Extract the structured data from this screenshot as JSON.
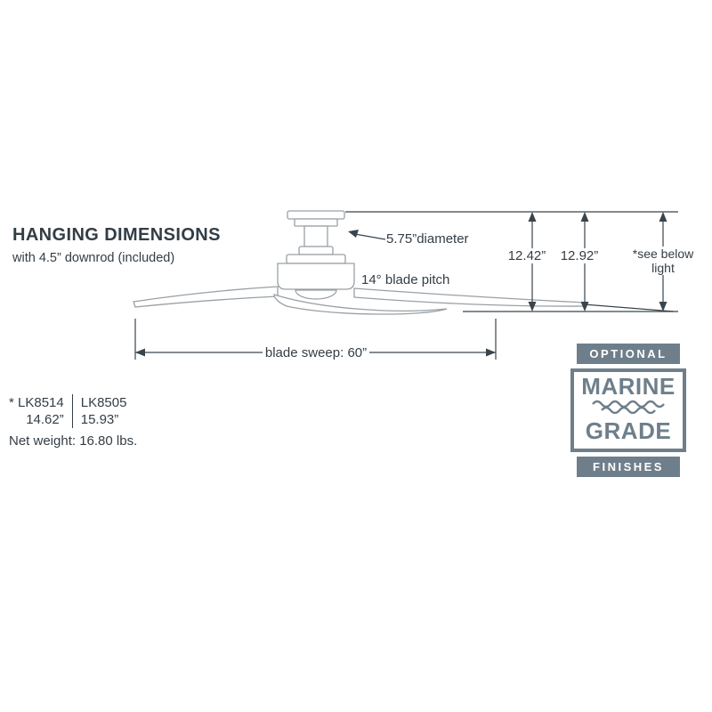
{
  "title": {
    "heading": "HANGING DIMENSIONS",
    "subheading": "with 4.5” downrod (included)"
  },
  "annotations": {
    "diameter": "5.75”diameter",
    "blade_pitch": "14° blade pitch",
    "height_1": "12.42”",
    "height_2": "12.92”",
    "see_below_line1": "*see below",
    "see_below_line2": "light",
    "blade_sweep": "blade sweep: 60”"
  },
  "spec_table": {
    "col1": {
      "model": "* LK8514",
      "value": "14.62”"
    },
    "col2": {
      "model": "LK8505",
      "value": "15.93”"
    }
  },
  "net_weight": "Net weight: 16.80 lbs.",
  "badge": {
    "top": "OPTIONAL",
    "line1": "MARINE",
    "line2": "GRADE",
    "bottom": "FINISHES"
  },
  "colors": {
    "text": "#333d45",
    "badge_gray": "#6e7f8b",
    "drawing_line": "#9aa0a5",
    "dimension_line": "#3a444c"
  }
}
